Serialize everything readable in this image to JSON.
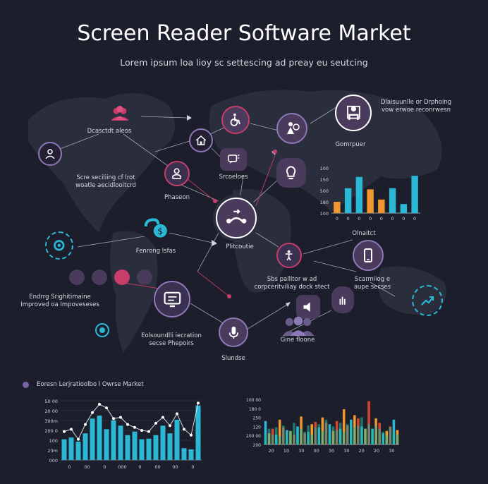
{
  "header": {
    "title": "Screen Reader Software Market",
    "subtitle": "Lorem ipsum loa lioy sc settescing ad preay eu seutcing"
  },
  "labels": {
    "top_left": "Dcasctdt aleos",
    "top_right_1": "Dlaisuunlle or Drphoing",
    "top_right_2": "vow erwoe reconrwesn",
    "computer": "Gomrpuer",
    "screen_left_1": "Scre seciliing cf lrot",
    "screen_left_2": "woatle aecidlooitcrd",
    "screen_mid": "Srcoeloes",
    "phases": "Phaseon",
    "chart_caption": "Olnaitct",
    "funding": "Fenrong lsfas",
    "features": "Plitcoutie",
    "left_improve_1": "Endrrg Srighitimaine",
    "left_improve_2": "Improved oa Impoveseses",
    "mid_right_1": "Sbs pallitor w ad",
    "mid_right_2": "corpceritviliay dock stect",
    "right_1": "Scarmiiog e",
    "right_2": "aupe secses",
    "bottom_left_1": "Eolsoundlli iecration",
    "bottom_left_2": "secse Phepoirs",
    "gine": "Gine floone",
    "slundse": "Slundse",
    "legend": "Eoresn Lerjratioolbo l Owrse Market"
  },
  "colors": {
    "background": "#1c1f2b",
    "map": "#2a2e3c",
    "node_fill": "#4a3a5c",
    "accent_pink": "#c93d6b",
    "accent_cyan": "#2bb7d6",
    "accent_orange": "#f2962f",
    "accent_green": "#1fbfa0"
  },
  "icons": [
    "users-icon",
    "person-icon",
    "home-icon",
    "wheelchair-icon",
    "speech-icon",
    "user-badge-icon",
    "computer-user-icon",
    "lightbulb-icon",
    "handshake-icon",
    "piggy-bank-icon",
    "phone-icon",
    "screen-reader-icon",
    "microphone-icon",
    "target-icon",
    "growth-icon",
    "people-icon"
  ],
  "chart_data": [
    {
      "type": "bar",
      "categories": [
        "0",
        "0",
        "0",
        "0",
        "0",
        "0",
        "0",
        "0"
      ],
      "values": [
        10,
        22,
        32,
        21,
        12,
        22,
        8,
        33
      ],
      "series_colors": [
        "#f2962f",
        "#2bb7d6",
        "#2bb7d6",
        "#f2962f",
        "#f2962f",
        "#2bb7d6",
        "#2bb7d6",
        "#2bb7d6"
      ],
      "yticks": [
        "100",
        "150",
        "500",
        "180",
        "100"
      ],
      "ylim": [
        0,
        40
      ]
    },
    {
      "type": "bar",
      "categories": [
        "0",
        "00",
        "0",
        "000",
        "0",
        "00",
        "00",
        "0"
      ],
      "yticks": [
        "50 00",
        "20 00",
        "300m",
        "200 0",
        "100",
        "23m",
        "000"
      ],
      "values": [
        35,
        38,
        31,
        45,
        70,
        75,
        52,
        67,
        58,
        42,
        48,
        35,
        36,
        42,
        58,
        45,
        68,
        20,
        18,
        92
      ],
      "line": [
        48,
        52,
        35,
        60,
        80,
        94,
        88,
        70,
        72,
        60,
        55,
        50,
        48,
        62,
        72,
        58,
        78,
        52,
        42,
        96
      ],
      "ylim": [
        0,
        100
      ]
    },
    {
      "type": "bar",
      "categories": [
        "20",
        "10",
        "30",
        "00",
        "30",
        "30",
        "20",
        "20",
        "30"
      ],
      "yticks": [
        "100 00",
        "180 0",
        "250",
        "120",
        "200 00",
        "200"
      ],
      "series": [
        {
          "name": "",
          "values": [
            52,
            25,
            35,
            22,
            55,
            38,
            32,
            30,
            22,
            40,
            62,
            25,
            28,
            45,
            50,
            38,
            60,
            48,
            45,
            30,
            52,
            35,
            78,
            42,
            55,
            65,
            58,
            40,
            35,
            96,
            35,
            58,
            48,
            25,
            30,
            40,
            55,
            32
          ]
        },
        {
          "name": "",
          "values": [
            20,
            35,
            22,
            38,
            18,
            42,
            25,
            30,
            48,
            20,
            35,
            28,
            42,
            22,
            38,
            45,
            30,
            55,
            25,
            40,
            32,
            48,
            28,
            45,
            52,
            38,
            42,
            60,
            35,
            45,
            30,
            42,
            35,
            28,
            20,
            38,
            25,
            22
          ]
        }
      ],
      "series_colors": [
        "#2bb7d6",
        "#f2962f",
        "#d8442f"
      ],
      "ylim": [
        0,
        100
      ]
    }
  ]
}
